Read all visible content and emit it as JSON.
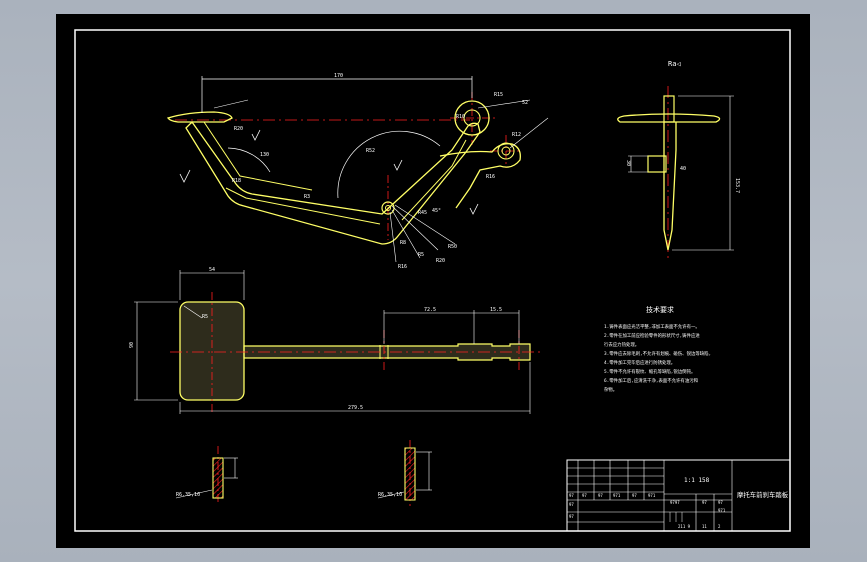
{
  "colors": {
    "background": "#aab2bd",
    "sheet": "#000000",
    "frame": "#ffffff",
    "part": "#ffff66",
    "centerline": "#ff2020",
    "dimension": "#ffffff",
    "label": "#ffffff",
    "handle_fill": "#fff29a"
  },
  "title_block": {
    "scale": "1:1 158",
    "part_name": "摩托车前刹车踏板",
    "cells": [
      "97",
      "97",
      "97",
      "971",
      "97",
      "971",
      "97",
      "97",
      "9797",
      "97",
      "97",
      "971",
      "211 9",
      "11",
      "2"
    ]
  },
  "notes": {
    "heading": "技术要求",
    "items": [
      "1.铸件表面应光洁平整,非加工表面不允许有一。",
      "2.零件在加工前应检验零件的形状尺寸,铸件应进",
      "行去应力热处理。",
      "3.零件应去除毛刺,不允许有划痕、碰伤、锐边等缺陷,",
      "4.零件加工完毕后应进行防锈处理。",
      "5.零件不允许有裂纹、缩孔等缺陷,锐边倒钝。",
      "6.零件加工后,应清洗干净,表面不允许有油污和",
      "杂物。"
    ]
  },
  "surface_finish": "Ra◁",
  "dimensions": {
    "top_overall": "170",
    "plan_overall": "279.5",
    "plan_width": "90",
    "plan_small_a": "72.5",
    "plan_small_b": "15.5",
    "pad_length": "54",
    "pad_radius": "R5",
    "side_length": "153.7",
    "section_a": "R6.35,10",
    "section_b": "R6.35,10"
  },
  "dim_labels": {
    "front": [
      "R20",
      "130",
      "R52",
      "R15",
      "52",
      "R12",
      "R16",
      "R3",
      "R18",
      "R45",
      "45°",
      "R8",
      "R5",
      "R20",
      "R16",
      "R50",
      "R10"
    ],
    "side": [
      "30",
      "40"
    ]
  }
}
